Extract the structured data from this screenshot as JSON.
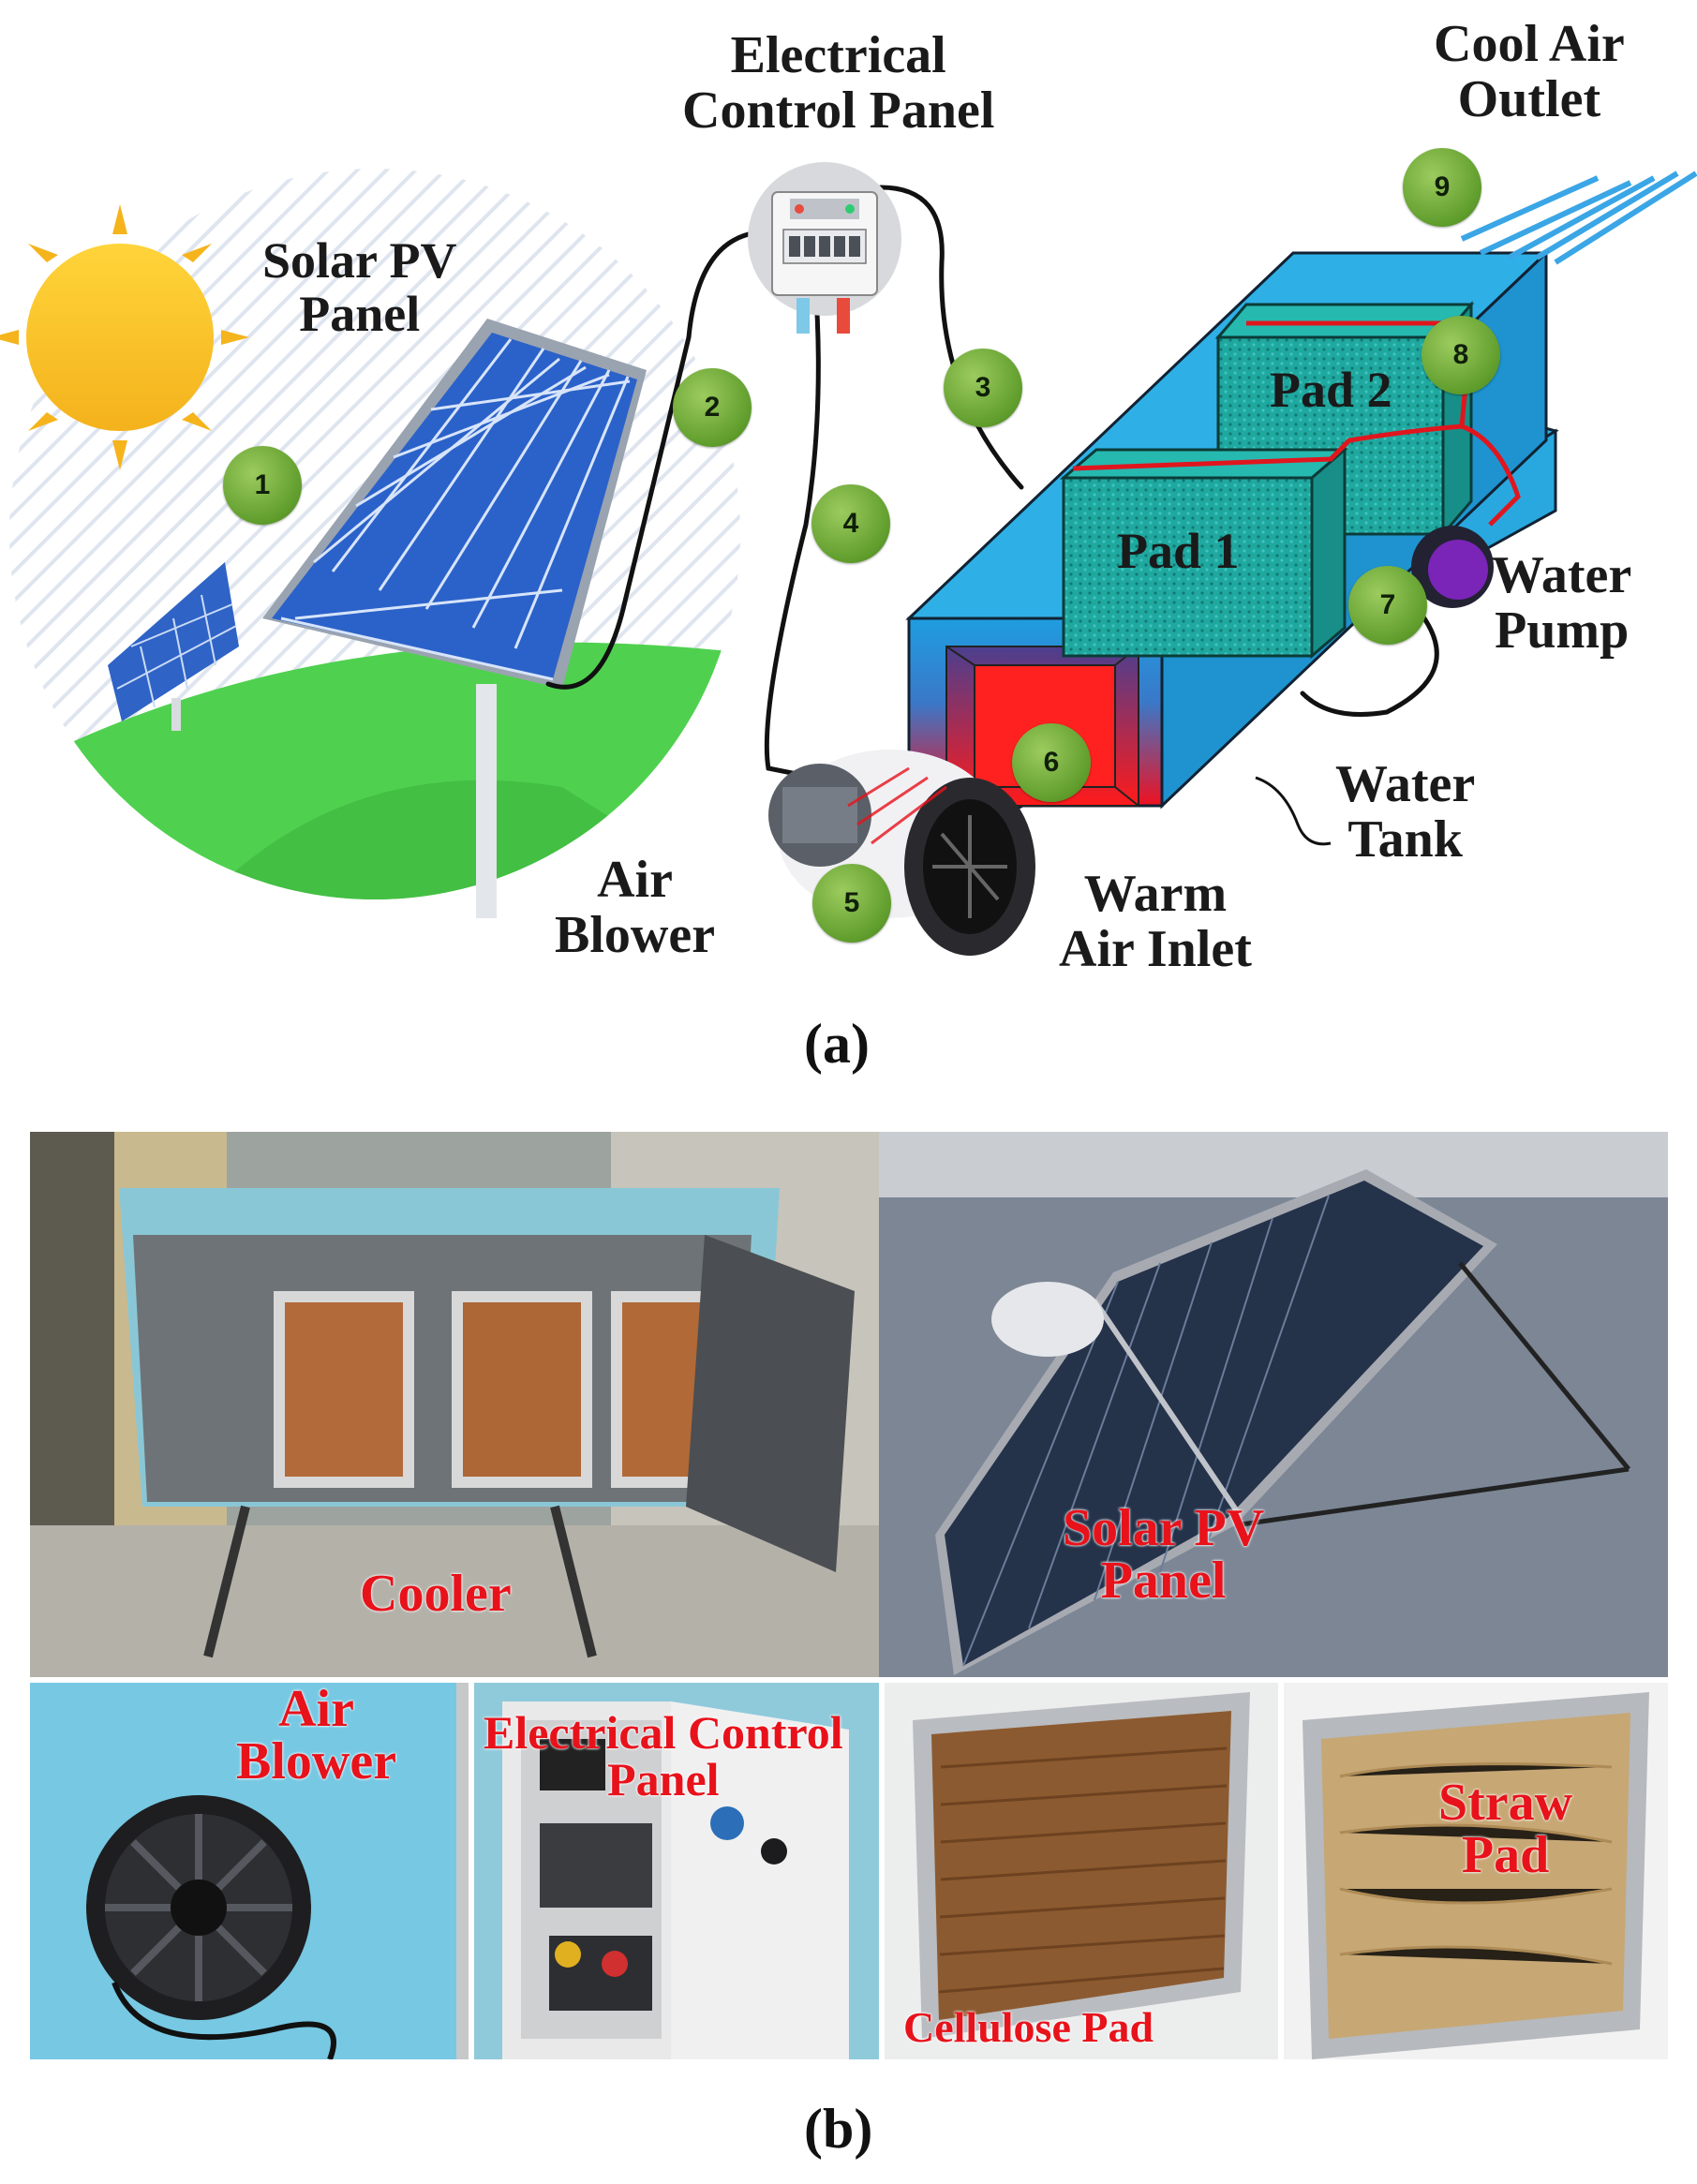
{
  "panel_a": {
    "caption": "(a)",
    "labels": {
      "solar_pv_1": "Solar PV",
      "solar_pv_2": "Panel",
      "ecp_1": "Electrical",
      "ecp_2": "Control Panel",
      "cool_air_1": "Cool Air",
      "cool_air_2": "Outlet",
      "pad1": "Pad 1",
      "pad2": "Pad 2",
      "pump_1": "Water",
      "pump_2": "Pump",
      "tank_1": "Water",
      "tank_2": "Tank",
      "warm_1": "Warm",
      "warm_2": "Air Inlet",
      "blower_1": "Air",
      "blower_2": "Blower"
    },
    "markers": [
      "1",
      "2",
      "3",
      "4",
      "5",
      "6",
      "7",
      "8",
      "9"
    ]
  },
  "panel_b": {
    "caption": "(b)",
    "labels": {
      "cooler": "Cooler",
      "solar_1": "Solar PV",
      "solar_2": "Panel",
      "air_1": "Air",
      "air_2": "Blower",
      "ecp_1": "Electrical Control",
      "ecp_2": "Panel",
      "cellulose": "Cellulose Pad",
      "straw_1": "Straw",
      "straw_2": "Pad"
    }
  },
  "colors": {
    "label_red": "#e8121b",
    "cooler_blue": "#2aa8de",
    "marker_green": "#6aa537",
    "pump_purple": "#7a24b8"
  }
}
